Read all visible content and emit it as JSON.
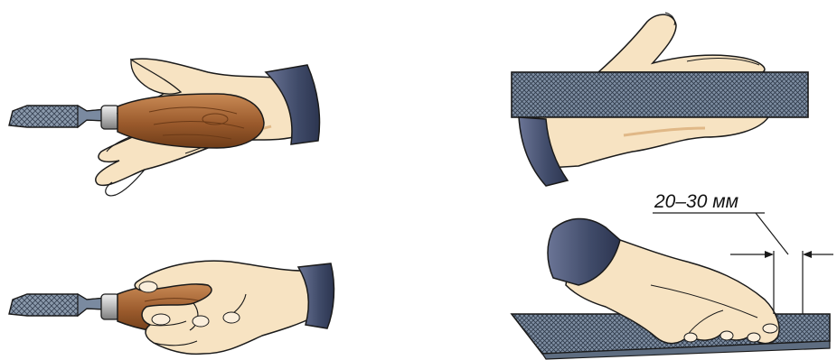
{
  "dimension": {
    "label": "20–30 мм"
  },
  "colors": {
    "skin": "#f7e3c2",
    "skin_shade": "#e9c99a",
    "outline": "#1a1a1a",
    "sleeve": "#3f4a68",
    "sleeve_light": "#5b6788",
    "handle": "#9a5a2c",
    "handle_light": "#c98a55",
    "ferrule": "#c8c8c8",
    "blade": "#6f7e93",
    "file_face": "#8a99ab"
  },
  "figures": [
    {
      "id": "top-left",
      "tool": "file",
      "grip": "handle-on-open-palm"
    },
    {
      "id": "bottom-left",
      "tool": "file",
      "grip": "handle-gripped"
    },
    {
      "id": "top-right",
      "tool": "file",
      "grip": "palm-on-file-end"
    },
    {
      "id": "bottom-right",
      "tool": "file",
      "grip": "fingers-pressing-file"
    }
  ]
}
